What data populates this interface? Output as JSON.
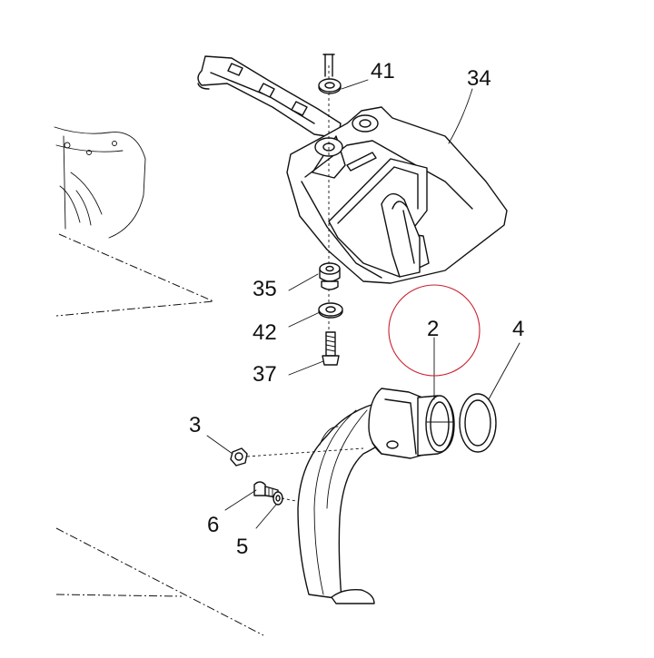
{
  "callouts": {
    "c41": "41",
    "c34": "34",
    "c35": "35",
    "c42": "42",
    "c37": "37",
    "c2": "2",
    "c4": "4",
    "c3": "3",
    "c6": "6",
    "c5": "5"
  },
  "colors": {
    "line": "#111111",
    "highlight": "#c8202f",
    "background": "#ffffff"
  }
}
